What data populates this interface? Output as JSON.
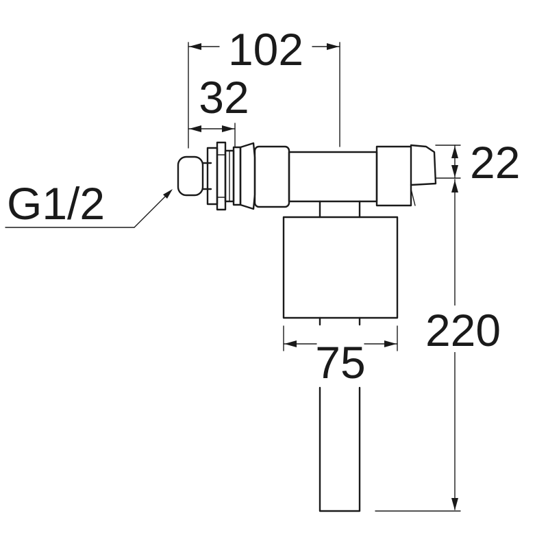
{
  "diagram": {
    "dimensions": {
      "overall_width": "102",
      "inlet_length": "32",
      "top_height": "22",
      "overall_height": "220",
      "float_width": "75"
    },
    "thread_label": "G1/2"
  }
}
